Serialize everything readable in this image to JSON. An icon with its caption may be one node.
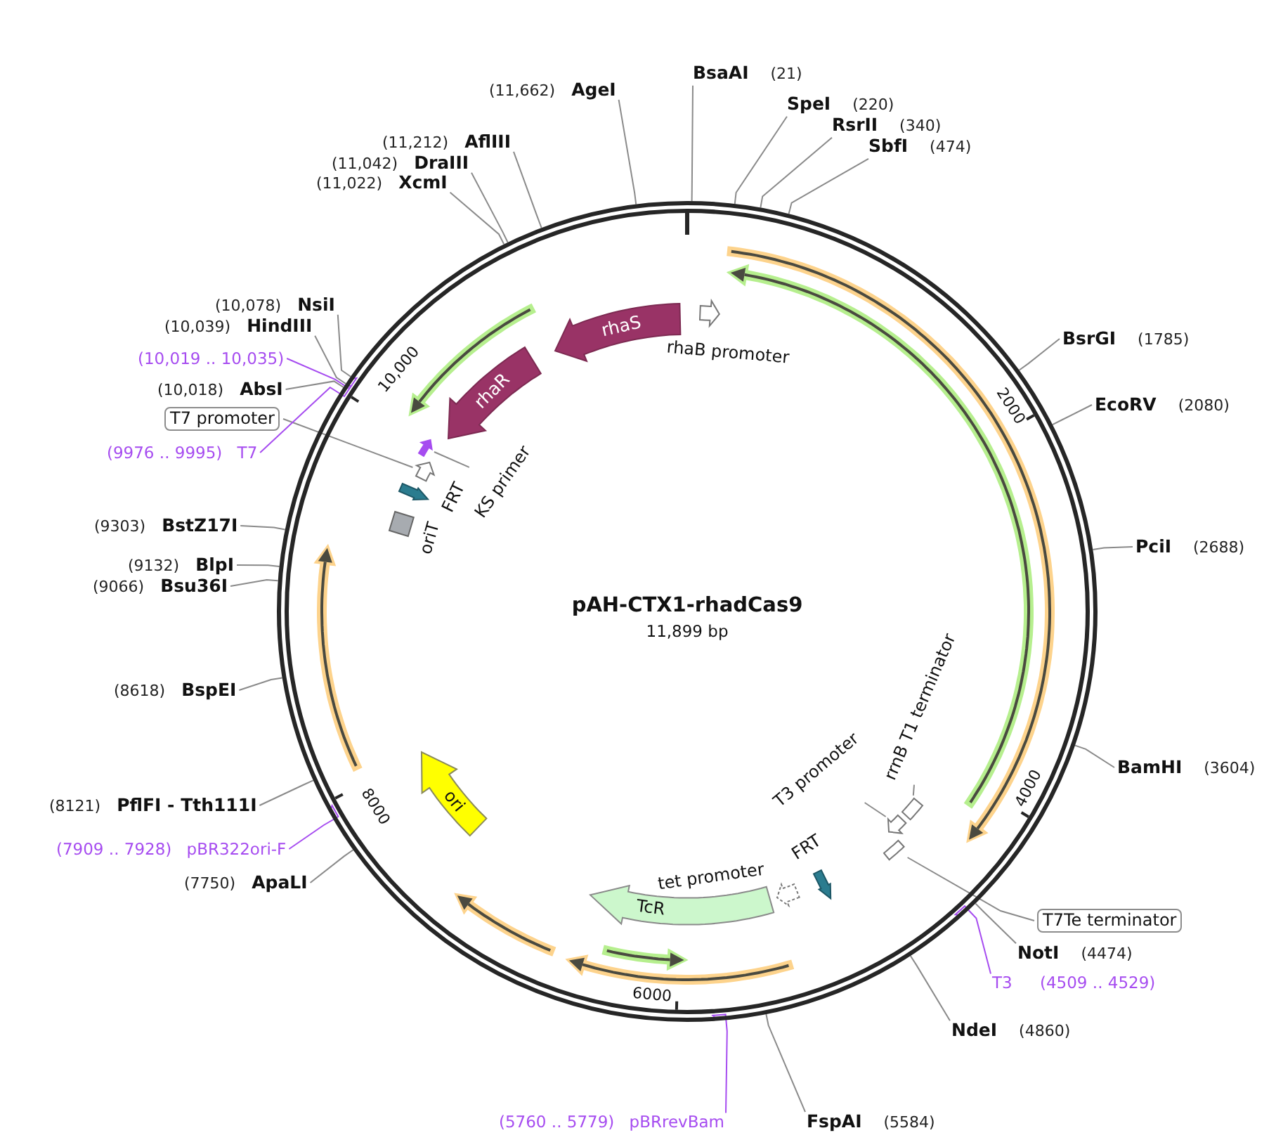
{
  "diagram": {
    "title": "pAH-CTX1-rhadCas9",
    "nodes": [
      {
        "text": [
          "BsaAI",
          "(21)"
        ]
      },
      {
        "text": [
          "(11,662)",
          "AgeI"
        ]
      },
      {
        "text": [
          "SpeI",
          "(220)"
        ]
      },
      {
        "text": [
          "RsrII",
          "(340)"
        ]
      },
      {
        "text": [
          "(11,212)",
          "AflIII"
        ]
      },
      {
        "text": [
          "SbfI",
          "(474)"
        ]
      },
      {
        "text": [
          "(11,042)",
          "DraIII"
        ]
      },
      {
        "text": [
          "(11,022)",
          "XcmI"
        ]
      },
      {
        "text": [
          "(10,078)",
          "NsiI"
        ]
      },
      {
        "text": [
          "rhaS"
        ]
      },
      {
        "text": [
          "rhaB promoter"
        ]
      },
      {
        "text": [
          "(10,039)",
          "HindIII"
        ]
      },
      {
        "text": [
          "BsrGI",
          "(1785)"
        ]
      },
      {
        "text": [
          "(10,019 .. 10,035)"
        ]
      },
      {
        "text": [
          "rhaR"
        ]
      },
      {
        "text": [
          "(10,018)",
          "AbsI"
        ]
      },
      {
        "text": [
          "EcoRV",
          "(2080)"
        ]
      },
      {
        "text": [
          "T7 promoter"
        ]
      },
      {
        "text": [
          "(9976 .. 9995)",
          "T7"
        ]
      },
      {
        "text": [],
        "shape": "arrow"
      },
      {
        "text": [],
        "shape": "arrow"
      },
      {
        "text": [
          "KS primer"
        ]
      },
      {
        "text": [
          "FRT"
        ]
      },
      {
        "text": [
          "oriT"
        ]
      },
      {
        "text": [
          "(9303)",
          "BstZ17I"
        ]
      },
      {
        "text": [
          "PciI",
          "(2688)"
        ]
      },
      {
        "text": [
          "(9132)",
          "BlpI"
        ]
      },
      {
        "text": [
          "(9066)",
          "Bsu36I"
        ]
      },
      {
        "text": [
          "rrnB T1 terminator"
        ]
      },
      {
        "text": [
          "(8618)",
          "BspEI"
        ]
      },
      {
        "text": [
          "BamHI",
          "(3604)"
        ]
      },
      {
        "text": [
          "T3 promoter"
        ]
      },
      {
        "text": [
          "ori"
        ]
      },
      {
        "text": [
          "(8121)",
          "PflFI - Tth111I"
        ]
      },
      {
        "text": [],
        "shape": "box"
      },
      {
        "text": [],
        "shape": "arrow"
      },
      {
        "text": [],
        "shape": "box"
      },
      {
        "text": [
          "(7909 .. 7928)",
          "pBR322ori-F"
        ]
      },
      {
        "text": [
          "FRT"
        ]
      },
      {
        "text": [
          "tet promoter"
        ]
      },
      {
        "text": [
          "(7750)",
          "ApaLI"
        ]
      },
      {
        "text": [
          "TcR"
        ]
      },
      {
        "text": [
          "T7Te terminator"
        ]
      },
      {
        "text": [
          "NotI",
          "(4474)"
        ]
      },
      {
        "text": [
          "T3",
          "(4509 .. 4529)"
        ]
      },
      {
        "text": [
          "NdeI",
          "(4860)"
        ]
      },
      {
        "text": [
          "(5760 .. 5779)",
          "pBRrevBam"
        ]
      },
      {
        "text": [
          "FspAI",
          "(5584)"
        ]
      }
    ],
    "edges": [
      {
        "from": 0,
        "to": null,
        "arrow": "none"
      },
      {
        "from": 1,
        "to": null,
        "arrow": "none"
      },
      {
        "from": 2,
        "to": null,
        "arrow": "none"
      },
      {
        "from": 3,
        "to": null,
        "arrow": "none"
      },
      {
        "from": 4,
        "to": null,
        "arrow": "none"
      },
      {
        "from": 5,
        "to": null,
        "arrow": "none"
      },
      {
        "from": 6,
        "to": null,
        "arrow": "none"
      },
      {
        "from": 7,
        "to": null,
        "arrow": "none"
      },
      {
        "from": 8,
        "to": null,
        "arrow": "none"
      },
      {
        "from": 11,
        "to": null,
        "arrow": "none"
      },
      {
        "from": 12,
        "to": null,
        "arrow": "none"
      },
      {
        "from": 13,
        "to": null,
        "arrow": "none",
        "color": "#a64cf0"
      },
      {
        "from": 15,
        "to": null,
        "arrow": "none"
      },
      {
        "from": 16,
        "to": null,
        "arrow": "none"
      },
      {
        "from": 17,
        "to": 20,
        "arrow": "none"
      },
      {
        "from": 18,
        "to": null,
        "arrow": "none",
        "color": "#a64cf0"
      },
      {
        "from": 21,
        "to": 19,
        "arrow": "none"
      },
      {
        "from": 24,
        "to": null,
        "arrow": "none"
      },
      {
        "from": 25,
        "to": null,
        "arrow": "none"
      },
      {
        "from": 26,
        "to": null,
        "arrow": "none"
      },
      {
        "from": 27,
        "to": null,
        "arrow": "none"
      },
      {
        "from": 28,
        "to": 34,
        "arrow": "none"
      },
      {
        "from": 29,
        "to": null,
        "arrow": "none"
      },
      {
        "from": 30,
        "to": null,
        "arrow": "none"
      },
      {
        "from": 31,
        "to": 35,
        "arrow": "none"
      },
      {
        "from": 33,
        "to": null,
        "arrow": "none"
      },
      {
        "from": 37,
        "to": null,
        "arrow": "none",
        "color": "#a64cf0"
      },
      {
        "from": 40,
        "to": null,
        "arrow": "none"
      },
      {
        "from": 42,
        "to": 36,
        "arrow": "none"
      },
      {
        "from": 43,
        "to": null,
        "arrow": "none"
      },
      {
        "from": 44,
        "to": null,
        "arrow": "none",
        "color": "#a64cf0"
      },
      {
        "from": 45,
        "to": null,
        "arrow": "none"
      },
      {
        "from": 46,
        "to": null,
        "arrow": "none",
        "color": "#a64cf0"
      },
      {
        "from": 47,
        "to": null,
        "arrow": "none"
      }
    ],
    "labels": [
      "2000",
      "10,000",
      "11,899 bp",
      "4000",
      "8000",
      "6000"
    ]
  }
}
